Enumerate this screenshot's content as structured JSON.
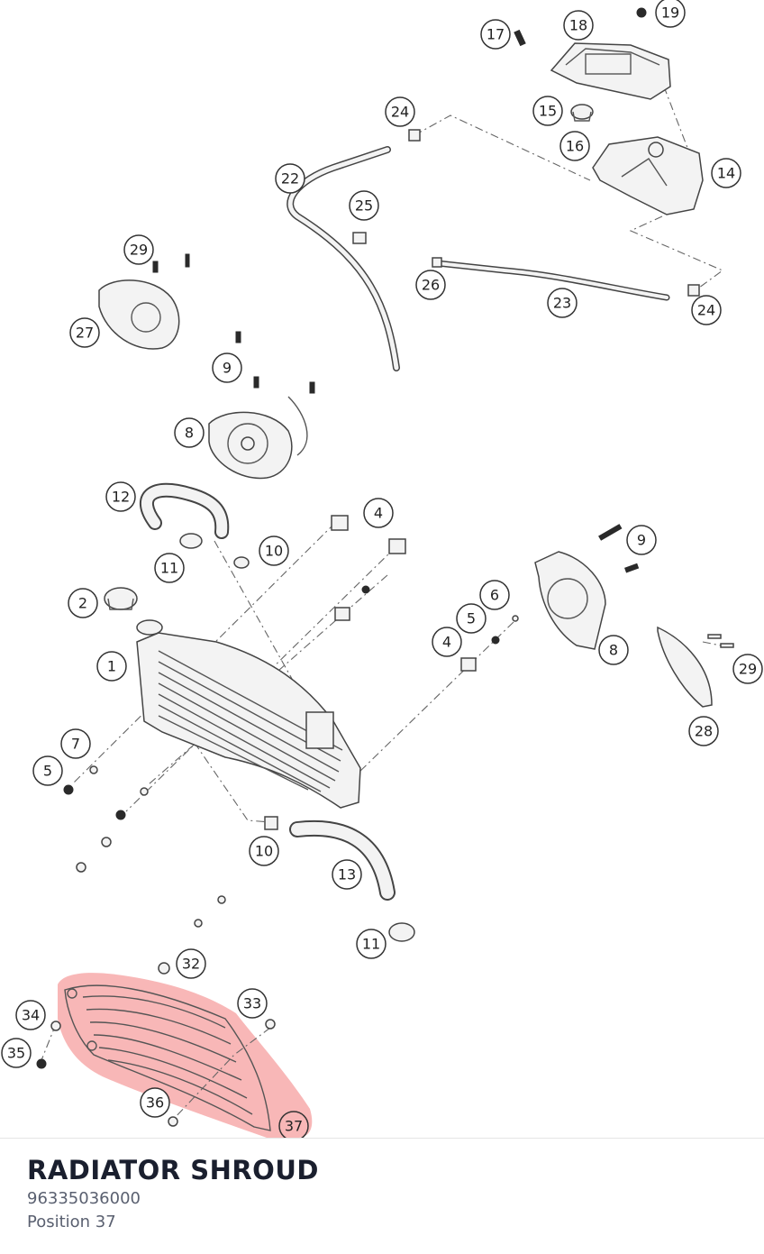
{
  "callouts": [
    {
      "id": "c17",
      "label": "17"
    },
    {
      "id": "c18",
      "label": "18"
    },
    {
      "id": "c19",
      "label": "19"
    },
    {
      "id": "c24a",
      "label": "24"
    },
    {
      "id": "c15",
      "label": "15"
    },
    {
      "id": "c16",
      "label": "16"
    },
    {
      "id": "c14",
      "label": "14"
    },
    {
      "id": "c22",
      "label": "22"
    },
    {
      "id": "c25",
      "label": "25"
    },
    {
      "id": "c29a",
      "label": "29"
    },
    {
      "id": "c26",
      "label": "26"
    },
    {
      "id": "c23",
      "label": "23"
    },
    {
      "id": "c24b",
      "label": "24"
    },
    {
      "id": "c27",
      "label": "27"
    },
    {
      "id": "c9a",
      "label": "9"
    },
    {
      "id": "c8a",
      "label": "8"
    },
    {
      "id": "c12",
      "label": "12"
    },
    {
      "id": "c4a",
      "label": "4"
    },
    {
      "id": "c9b",
      "label": "9"
    },
    {
      "id": "c10a",
      "label": "10"
    },
    {
      "id": "c11a",
      "label": "11"
    },
    {
      "id": "c2",
      "label": "2"
    },
    {
      "id": "c6",
      "label": "6"
    },
    {
      "id": "c5a",
      "label": "5"
    },
    {
      "id": "c4b",
      "label": "4"
    },
    {
      "id": "c8b",
      "label": "8"
    },
    {
      "id": "c1",
      "label": "1"
    },
    {
      "id": "c29b",
      "label": "29"
    },
    {
      "id": "c7",
      "label": "7"
    },
    {
      "id": "c28",
      "label": "28"
    },
    {
      "id": "c5b",
      "label": "5"
    },
    {
      "id": "c10b",
      "label": "10"
    },
    {
      "id": "c13",
      "label": "13"
    },
    {
      "id": "c11b",
      "label": "11"
    },
    {
      "id": "c32",
      "label": "32"
    },
    {
      "id": "c33",
      "label": "33"
    },
    {
      "id": "c34",
      "label": "34"
    },
    {
      "id": "c35",
      "label": "35"
    },
    {
      "id": "c36",
      "label": "36"
    },
    {
      "id": "c37",
      "label": "37"
    }
  ],
  "highlight": {
    "part": "37",
    "color": "#f48a8a"
  },
  "selected_part": {
    "name": "RADIATOR SHROUD",
    "number": "96335036000",
    "position": "Position 37"
  }
}
